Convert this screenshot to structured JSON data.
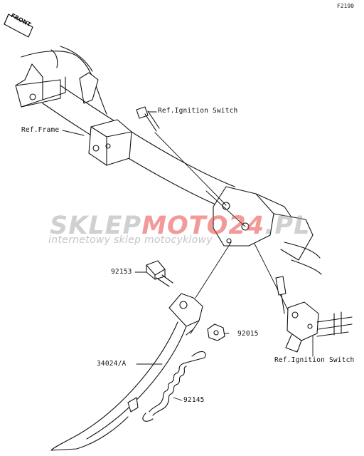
{
  "diagram": {
    "code": "F2190",
    "front_badge": "FRONT",
    "watermark": {
      "part1": "SKLEP",
      "part2": "MOTO",
      "part3": "24",
      "part4": ".PL",
      "tagline": "internetowy sklep motocyklowy"
    },
    "labels": {
      "ref_ignition_top": "Ref.Ignition Switch",
      "ref_frame": "Ref.Frame",
      "part_92153": "92153",
      "part_92015": "92015",
      "part_34024a": "34024/A",
      "part_92145": "92145",
      "ref_ignition_bottom": "Ref.Ignition Switch"
    }
  }
}
